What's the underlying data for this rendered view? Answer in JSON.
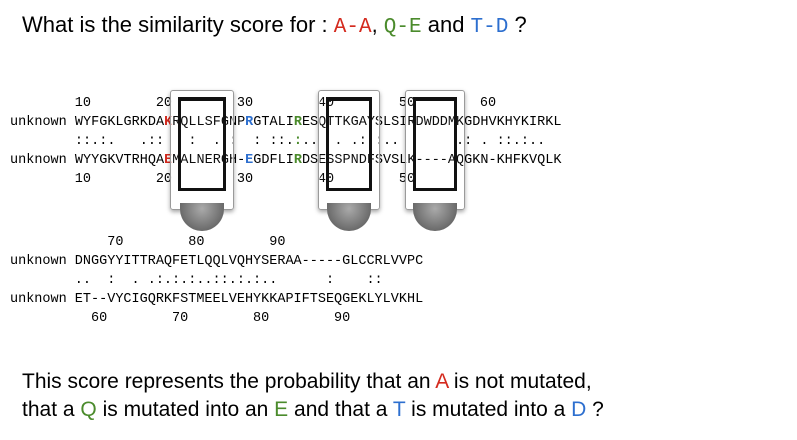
{
  "question": {
    "prefix": "What is the similarity score for : ",
    "pair1": "A-A",
    "comma1": ", ",
    "pair2": "Q-E",
    "and": " and ",
    "pair3": "T-D",
    "suffix": " ?"
  },
  "alignment": {
    "block1": {
      "top_ruler": "        10        20        30        40        50        60",
      "query": "unknown WYFGKLGRKDAKRQLLSFGNPRGTALIRESQTTKGAYSLSIRDWDDMKGDHVKHYKIRKL",
      "match": "        ::.:.   .::   :  . :  : ::.:..  . .:.:..       .: . ::.:..",
      "subject": "unknown WYYGKVTRHQAEMALNERGH-EGDFLIRDSESSPNDFSVSLK----AQGKN-KHFKVQLK",
      "bottom_ruler": "        10        20        30        40        50"
    },
    "block2": {
      "top_ruler": "            70        80        90",
      "query": "unknown DNGGYYITTRAQFETLQQLVQHYSERAA-----GLCCRLVVPC",
      "match": "        ..  :  . .:.:.:..::.:.:..      :    ::",
      "subject": "unknown ET--VYCIGQRKFSTMEELVEHYKKAPIFTSEQGEKLYLVKHL",
      "bottom_ruler": "          60        70        80        90"
    }
  },
  "footer": {
    "line1_a": "This score represents the probability that an ",
    "line1_A": "A",
    "line1_b": " is not mutated,",
    "line2_a": "that a ",
    "line2_Q": "Q",
    "line2_b": " is mutated into an ",
    "line2_E": "E",
    "line2_c": " and that a ",
    "line2_T": "T",
    "line2_d": " is mutated into a ",
    "line2_D": "D",
    "line2_e": " ?"
  },
  "colors": {
    "red": "#d42a1e",
    "green": "#4b8b2c",
    "blue": "#2d6fcf"
  }
}
